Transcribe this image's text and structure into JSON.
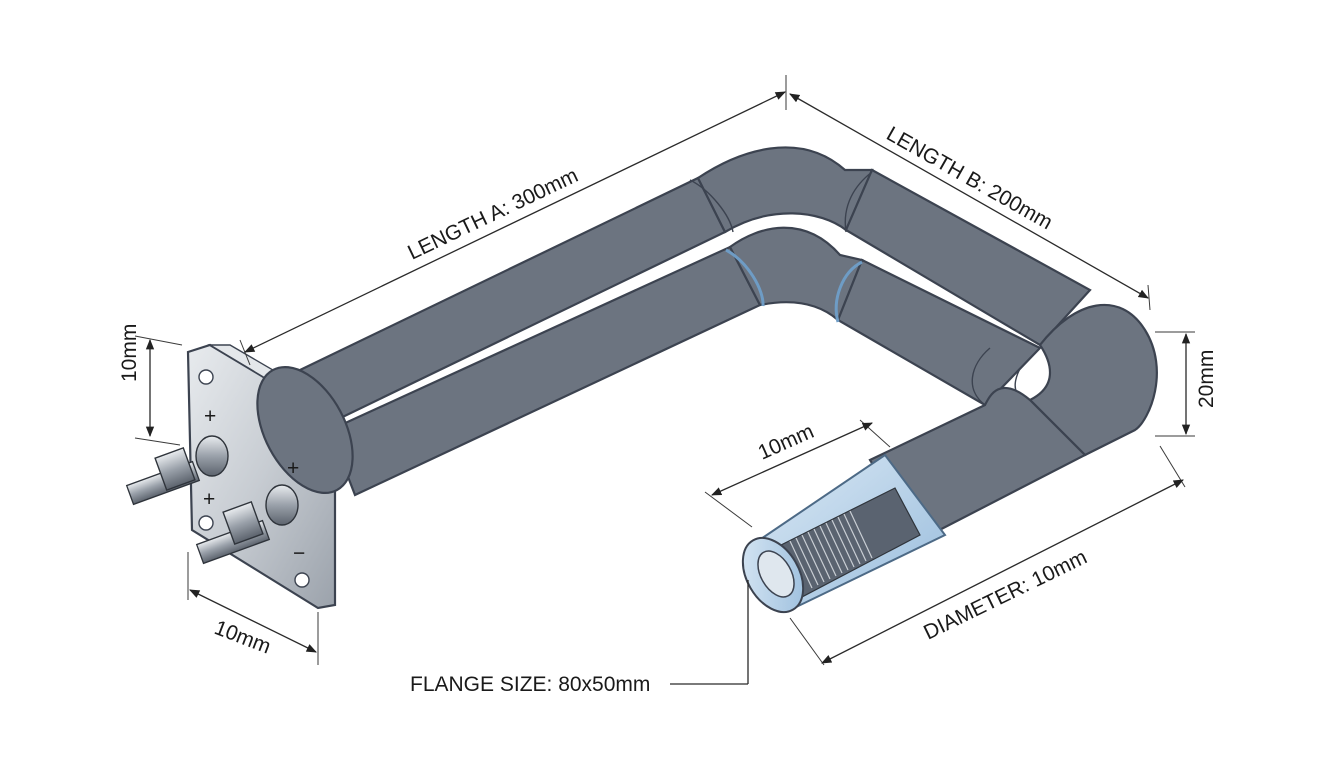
{
  "diagram": {
    "labels": {
      "length_a": "LENGTH A: 300mm",
      "length_b": "LENGTH B: 200mm",
      "height_right": "20mm",
      "height_left": "10mm",
      "flange_width": "10mm",
      "end_length": "10mm",
      "diameter": "DIAMETER: 10mm",
      "flange_size": "FLANGE SIZE: 80x50mm",
      "terminal_plus_1": "+",
      "terminal_plus_2": "+",
      "terminal_plus_3": "+",
      "terminal_minus": "−"
    },
    "colors": {
      "tube_light": "#f4f6f8",
      "tube_mid": "#b9c0c8",
      "tube_dark": "#6c7480",
      "insulation": "#b8d3ea",
      "outline": "#3c4350"
    }
  }
}
